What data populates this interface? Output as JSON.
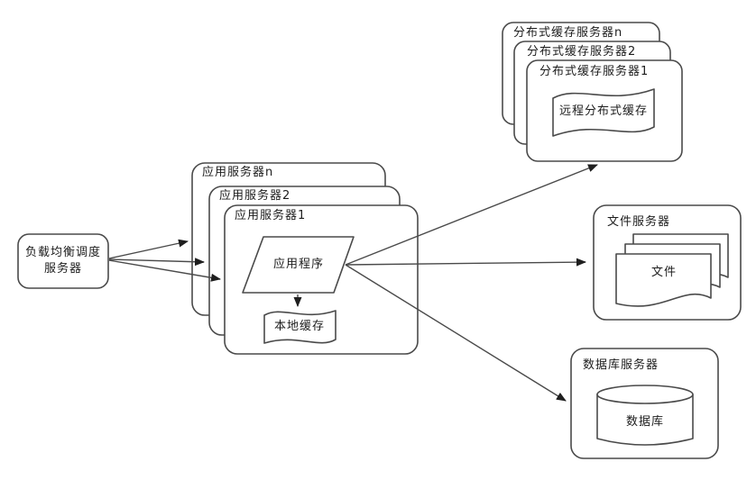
{
  "diagram_title": "web-architecture-diagram",
  "colors": {
    "background": "#ffffff",
    "line": "#4a4a4a",
    "arrow": "#1f1f1f",
    "text": "#1c1c1c"
  },
  "nodes": {
    "load_balancer": {
      "label": "负载均衡调度\n服务器"
    },
    "app_server_stack": {
      "layers": [
        "应用服务器n",
        "应用服务器2",
        "应用服务器1"
      ]
    },
    "application": {
      "label": "应用程序"
    },
    "local_cache": {
      "label": "本地缓存"
    },
    "distributed_cache_stack": {
      "layers": [
        "分布式缓存服务器n",
        "分布式缓存服务器2",
        "分布式缓存服务器1"
      ]
    },
    "remote_distributed_cache": {
      "label": "远程分布式缓存"
    },
    "file_server": {
      "label": "文件服务器"
    },
    "files": {
      "label": "文件"
    },
    "database_server": {
      "label": "数据库服务器"
    },
    "database": {
      "label": "数据库"
    }
  },
  "edges": [
    {
      "from": "load-balancer",
      "to": "app-server-n"
    },
    {
      "from": "load-balancer",
      "to": "app-server-2"
    },
    {
      "from": "load-balancer",
      "to": "app-server-1"
    },
    {
      "from": "application",
      "to": "local-cache"
    },
    {
      "from": "application",
      "to": "distributed-cache-server-1"
    },
    {
      "from": "application",
      "to": "file-server"
    },
    {
      "from": "application",
      "to": "database-server"
    }
  ]
}
